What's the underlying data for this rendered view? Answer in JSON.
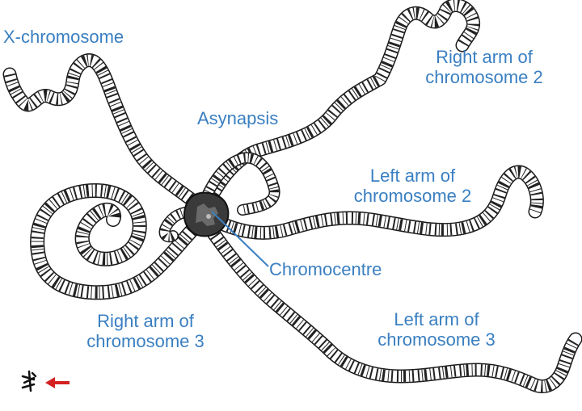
{
  "labels": {
    "x_chromosome": "X-chromosome",
    "right_arm_2": [
      "Right arm of",
      "chromosome 2"
    ],
    "asynapsis": "Asynapsis",
    "left_arm_2": [
      "Left arm of",
      "chromosome 2"
    ],
    "chromocentre": "Chromocentre",
    "right_arm_3": [
      "Right arm of",
      "chromosome 3"
    ],
    "left_arm_3": [
      "Left arm of",
      "chromosome 3"
    ]
  },
  "colors": {
    "label": "#3a7fc1",
    "chromosome_outline": "#1a1a1a",
    "chromosome_fill": "#ffffff",
    "chromocentre": "#333333",
    "arrow": "#d42020"
  },
  "icons": {
    "small_chromosome": "small-chromosome-icon",
    "arrow": "red-arrow-icon"
  }
}
